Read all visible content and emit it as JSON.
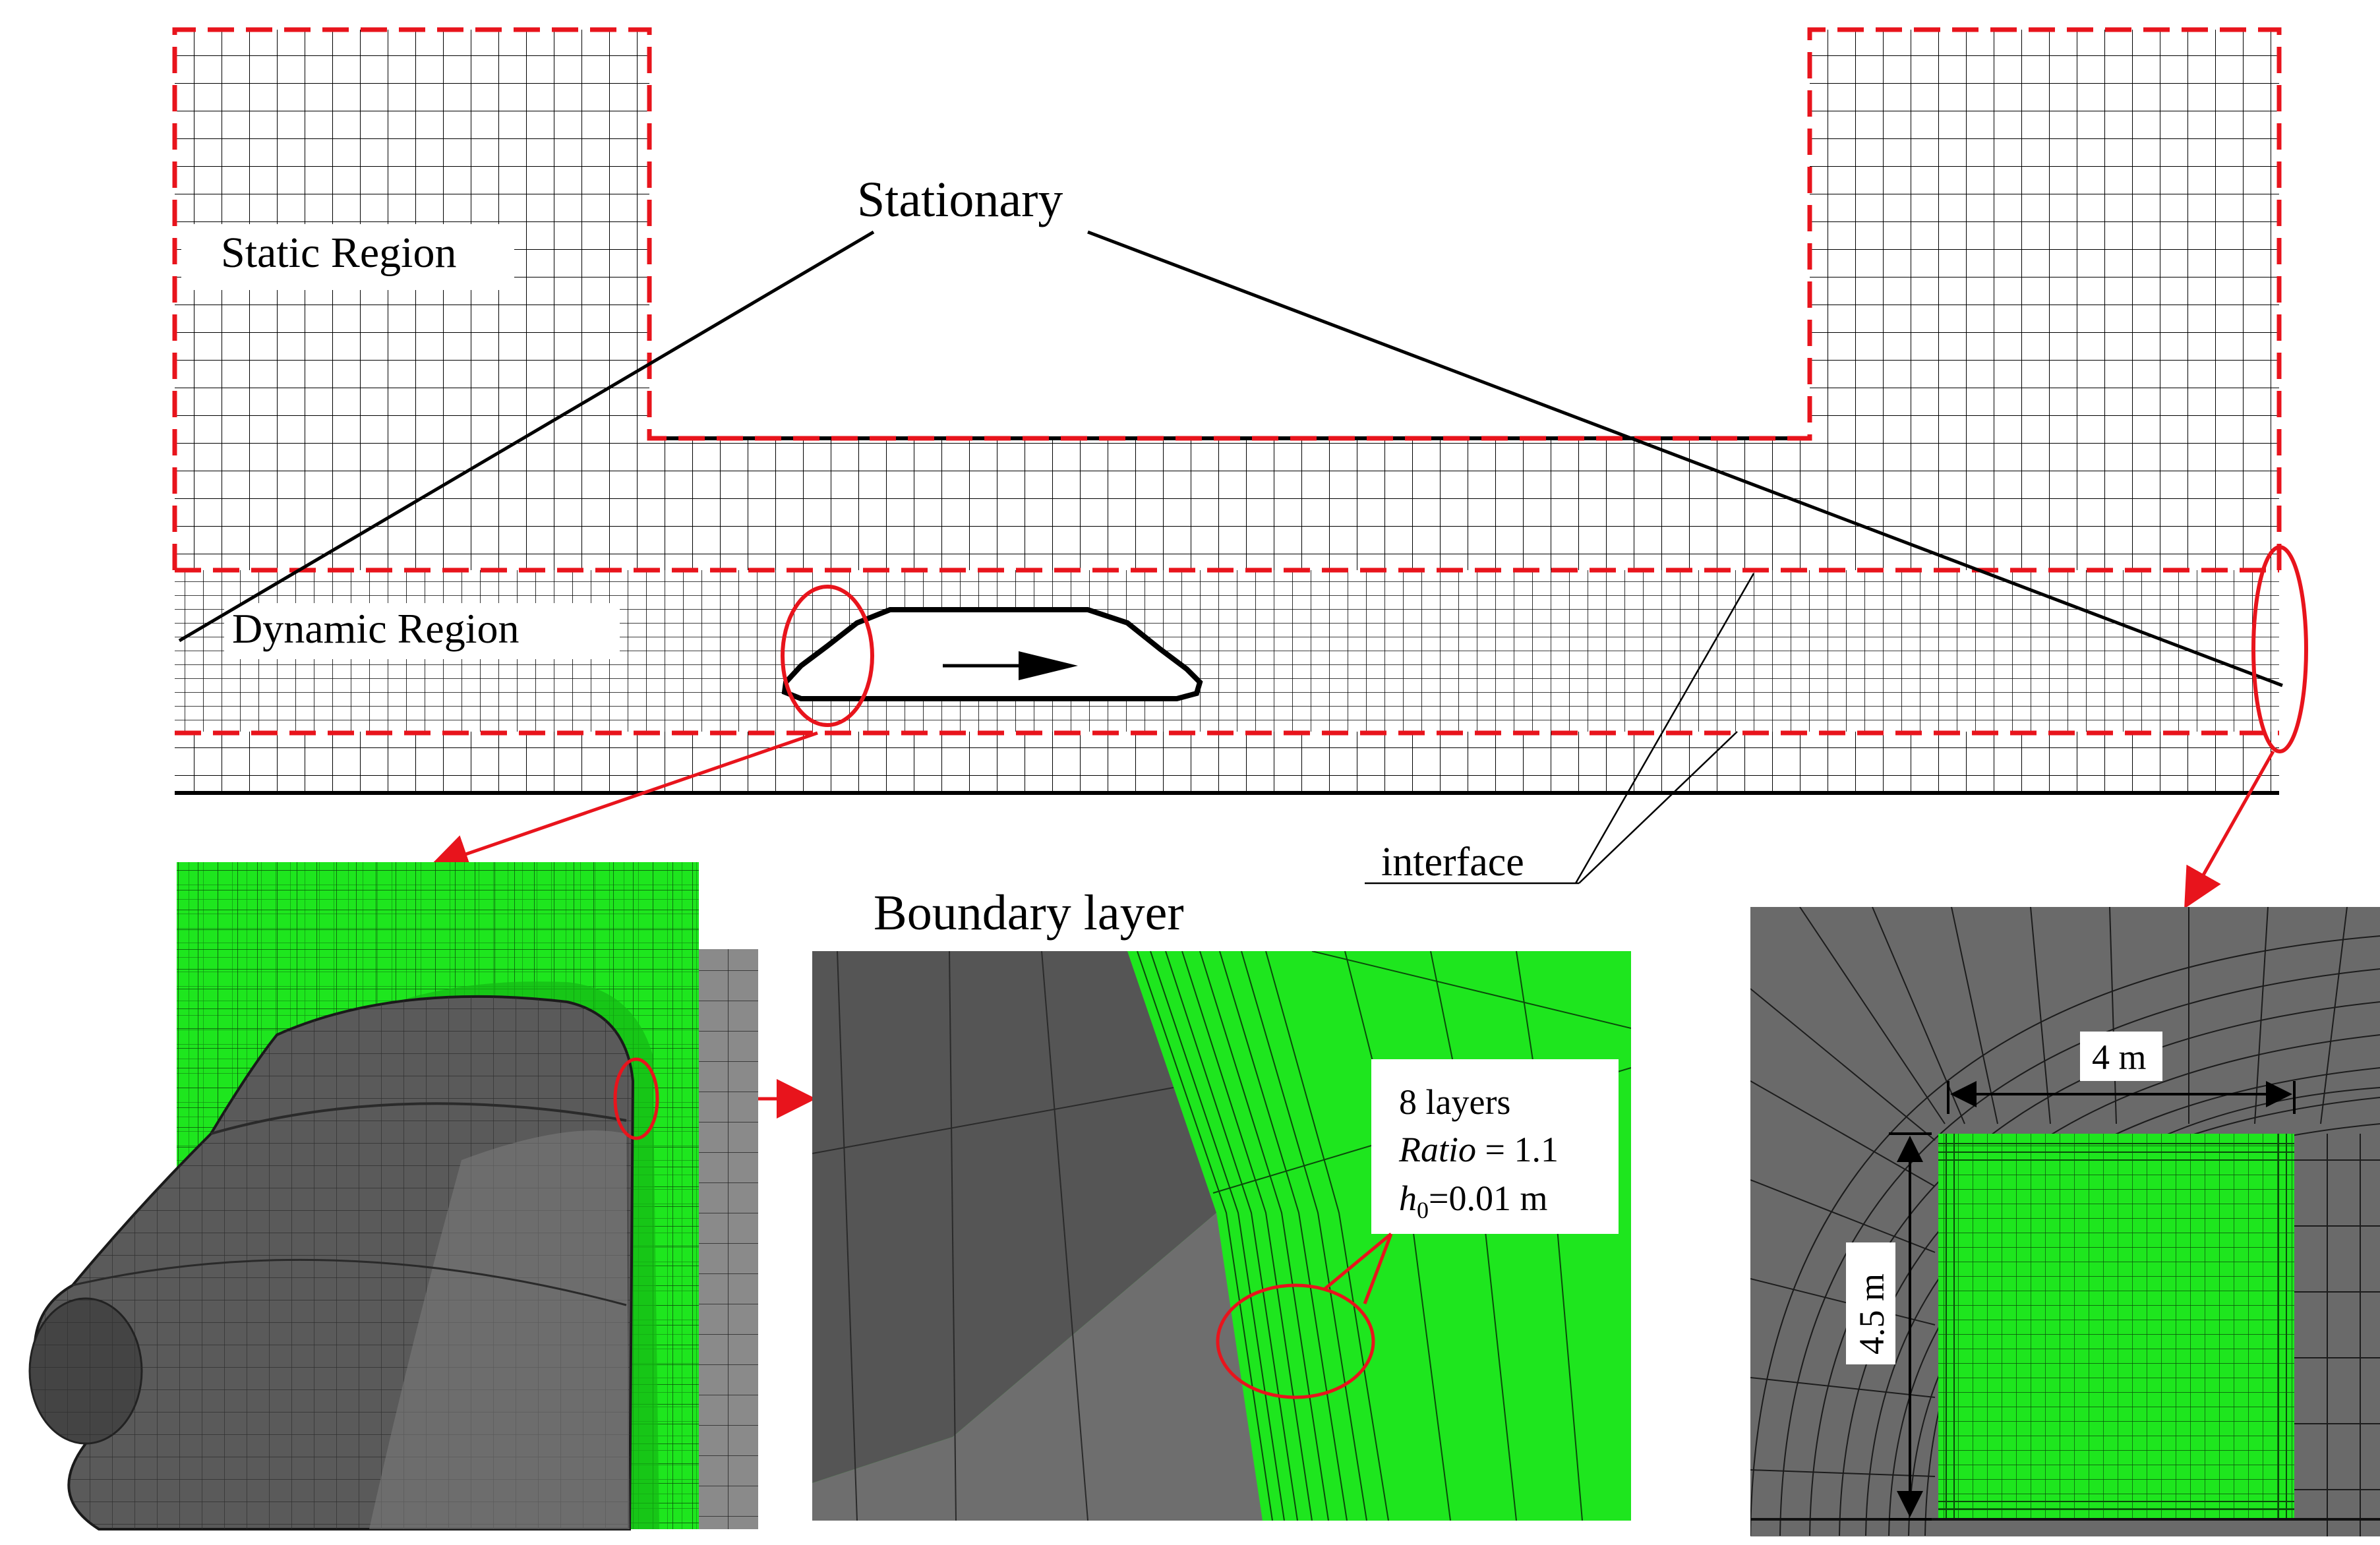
{
  "labels": {
    "stationary": "Stationary",
    "static_region": "Static Region",
    "dynamic_region": "Dynamic Region",
    "interface": "interface",
    "boundary_layer": "Boundary layer"
  },
  "boundary_layer_info": {
    "layers": "8 layers",
    "ratio_name": "Ratio",
    "ratio_value": " = 1.1",
    "h_sym": "h",
    "h_sub": "0",
    "h_value": "=0.01 m"
  },
  "dimensions": {
    "width": "4 m",
    "height": "4.5 m"
  },
  "colors": {
    "highlight": "#e8141c",
    "mesh_green": "#1ee61e",
    "surface_dark": "#555555",
    "surface_mid": "#6e6e6e",
    "background_mesh": "#6a6a6a"
  }
}
